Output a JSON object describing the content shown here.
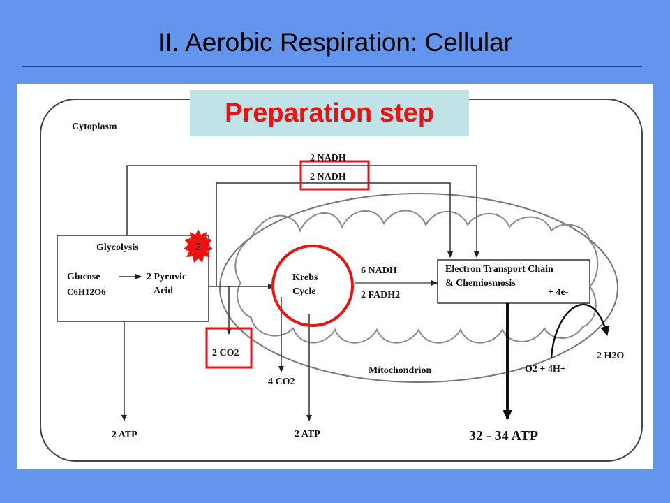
{
  "slide": {
    "title": "II. Aerobic Respiration: Cellular"
  },
  "callout": {
    "text": "Preparation step"
  },
  "badge": {
    "text": "2"
  },
  "diagram": {
    "cytoplasm": "Cytoplasm",
    "glycolysis": "Glycolysis",
    "glucose": "Glucose",
    "glucose_formula": "C6H12O6",
    "pyruvic_line1": "2 Pyruvic",
    "pyruvic_line2": "Acid",
    "nadh_top": "2 NADH",
    "nadh_boxed": "2 NADH",
    "krebs_line1": "Krebs",
    "krebs_line2": "Cycle",
    "nadh_krebs": "6 NADH",
    "fadh": "2 FADH2",
    "etc_line1": "Electron Transport Chain",
    "etc_line2": "& Chemiosmosis",
    "electrons": "+ 4e-",
    "co2_prep": "2 CO2",
    "co2_krebs": "4 CO2",
    "mitochondrion": "Mitochondrion",
    "o2": "O2 + 4H+",
    "h2o": "2 H2O",
    "atp_glycolysis": "2 ATP",
    "atp_krebs": "2 ATP",
    "atp_etc": "32 - 34 ATP"
  },
  "colors": {
    "background": "#6495ED",
    "highlight": "#EE1111",
    "callout_bg": "#BFE3E6"
  }
}
